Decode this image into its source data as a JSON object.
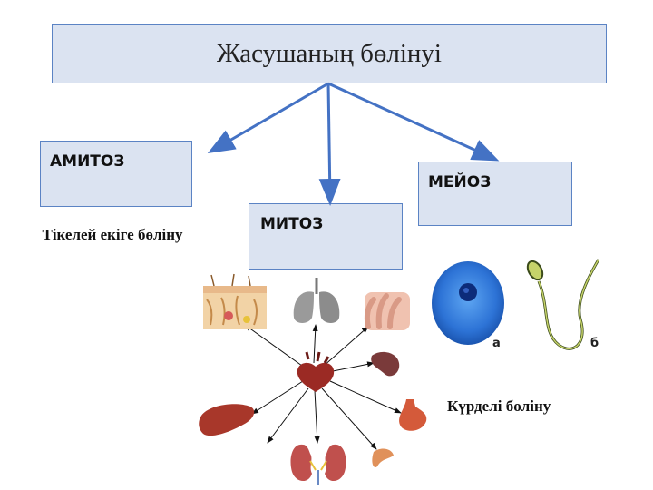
{
  "title": "Жасушаның бөлінуі",
  "branches": {
    "amitoz": {
      "label": "АМИТОЗ",
      "description": "Тікелей екіге бөліну"
    },
    "mitoz": {
      "label": "МИТОЗ"
    },
    "meioz": {
      "label": "МЕЙОЗ",
      "description": "Күрделі бөліну"
    }
  },
  "meioz_images": {
    "label_a": "а",
    "label_b": "б"
  },
  "colors": {
    "box_fill": "#dbe3f1",
    "box_border": "#5b83c4",
    "arrow": "#4472c4"
  },
  "icons": [
    "skin-icon",
    "lungs-icon",
    "fingers-icon",
    "heart-icon",
    "spleen-icon",
    "liver-icon",
    "stomach-icon",
    "kidneys-icon",
    "pancreas-icon",
    "egg-cell-icon",
    "sperm-cell-icon"
  ]
}
